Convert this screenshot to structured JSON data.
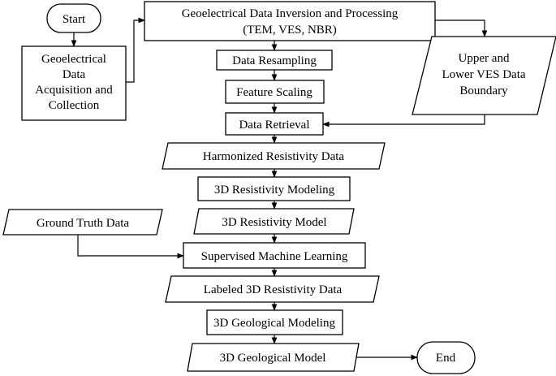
{
  "colors": {
    "stroke": "#000000",
    "fill": "#ffffff",
    "text": "#000000"
  },
  "nodes": {
    "start": [
      "Start"
    ],
    "acquisition": [
      "Geoelectrical",
      "Data",
      "Acquisition and",
      "Collection"
    ],
    "inversion": [
      "Geoelectrical Data Inversion and Processing",
      "(TEM, VES, NBR)"
    ],
    "resampling": [
      "Data Resampling"
    ],
    "scaling": [
      "Feature Scaling"
    ],
    "boundary": [
      "Upper and",
      "Lower VES Data",
      "Boundary"
    ],
    "retrieval": [
      "Data Retrieval"
    ],
    "harmonized": [
      "Harmonized Resistivity Data"
    ],
    "modeling": [
      "3D Resistivity Modeling"
    ],
    "model": [
      "3D Resistivity Model"
    ],
    "ground_truth": [
      "Ground Truth Data"
    ],
    "ml": [
      "Supervised Machine Learning"
    ],
    "labeled": [
      "Labeled 3D Resistivity Data"
    ],
    "geo_modeling": [
      "3D Geological Modeling"
    ],
    "geo_model": [
      "3D Geological Model"
    ],
    "end": [
      "End"
    ]
  }
}
